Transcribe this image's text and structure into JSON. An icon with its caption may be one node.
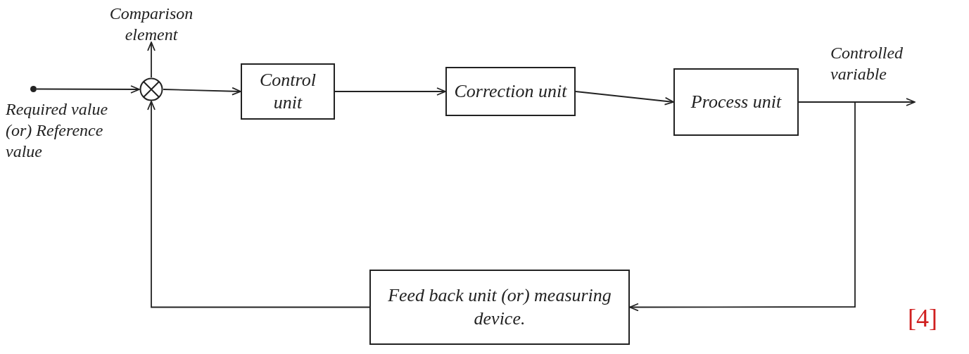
{
  "diagram": {
    "nodes": [
      {
        "text": [
          "Comparison element"
        ]
      },
      {
        "text": [],
        "shape": "circle",
        "beside": [
          "Required value (or) Reference value"
        ]
      },
      {
        "text": [],
        "shape": "circle"
      },
      {
        "text": [
          "Control unit"
        ]
      },
      {
        "text": [
          "Correction unit"
        ]
      },
      {
        "text": [
          "Process unit"
        ]
      },
      {
        "text": [
          "Feed back unit (or) measuring device."
        ]
      }
    ],
    "edges": [
      {
        "from": 2,
        "to": 0,
        "arrow": "to"
      },
      {
        "from": 1,
        "to": 2,
        "arrow": "to"
      },
      {
        "from": 2,
        "to": 3,
        "arrow": "to"
      },
      {
        "from": 3,
        "to": 4,
        "arrow": "to"
      },
      {
        "from": 4,
        "to": 5,
        "arrow": "to"
      },
      {
        "from": 5,
        "to": null,
        "arrow": "to"
      },
      {
        "from": 5,
        "to": 6,
        "arrow": "to"
      },
      {
        "from": 6,
        "to": 2,
        "arrow": "to"
      }
    ],
    "labels": [
      "Controlled variable",
      "[4]"
    ]
  }
}
